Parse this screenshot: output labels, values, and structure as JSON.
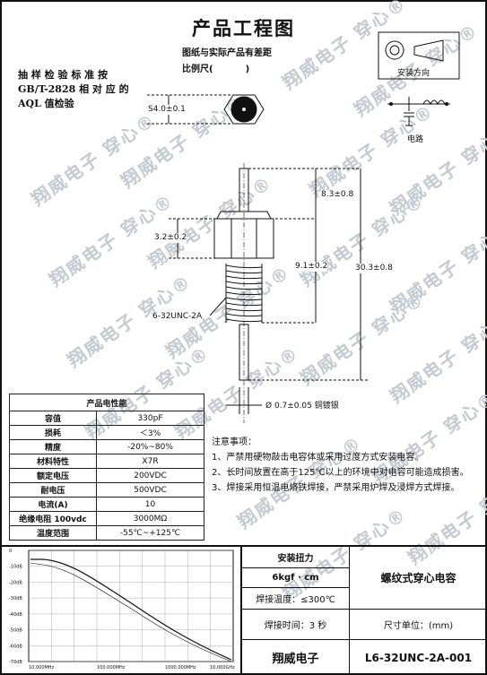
{
  "title": "产品工程图",
  "drawing_note": "图纸与实际产品有差距",
  "scale_label": "比例尺(",
  "scale_close": ")",
  "inspection_standard": [
    "抽 样 检 验 标 准 按",
    "GB/T-2828  相 对 应 的",
    "AQL  值检验"
  ],
  "watermark": "翔威电子 穿心®",
  "icons": {
    "mount_label": "安装方向",
    "circuit_label": "电路",
    "colors": {
      "line": "#111111",
      "watermark": "#c5c9d2"
    }
  },
  "dimensions": {
    "hex": "S4.0±0.1",
    "top_lead": "8.3±0.8",
    "hex_height": "3.2±0.2",
    "thread_len": "9.1±0.2",
    "overall": "30.3±0.8",
    "thread_spec": "6-32UNC-2A",
    "lead_dia": "Ø 0.7±0.05 铜镀银"
  },
  "properties": {
    "header": "产品电性能",
    "rows": [
      {
        "k": "容值",
        "v": "330pF"
      },
      {
        "k": "损耗",
        "v": "＜3%"
      },
      {
        "k": "精度",
        "v": "-20%~80%"
      },
      {
        "k": "材料特性",
        "v": "X7R"
      },
      {
        "k": "额定电压",
        "v": "200VDC"
      },
      {
        "k": "耐电压",
        "v": "500VDC"
      },
      {
        "k": "电流(A)",
        "v": "10"
      },
      {
        "k": "绝缘电阻 100vdc",
        "v": "3000MΩ"
      },
      {
        "k": "温度范围",
        "v": "-55℃~+125℃"
      }
    ]
  },
  "notes": {
    "heading": "注意事项：",
    "items": [
      "1、严禁用硬物敲击电容体或采用过度方式安装电容。",
      "2、长时间放置在高于125℃以上的环境中对电容可能造成损害。",
      "3、焊接采用恒温电烙铁焊接，严禁采用炉焊及浸焊方式焊接。"
    ]
  },
  "graph": {
    "y_labels": [
      "0",
      "-10dB",
      "-20dB",
      "-30dB",
      "-40dB",
      "-50dB",
      "-60dB",
      "-70dB"
    ],
    "x_labels": [
      "10.000MHz",
      "100.000MHz",
      "1000.000MHz",
      "10.000GHz"
    ]
  },
  "title_block": {
    "torque_label": "安装扭力",
    "torque_value": "6kgf · cm",
    "solder_temp": "焊接温度：≤300℃",
    "solder_time": "焊接时间：3 秒",
    "product_name": "螺纹式穿心电容",
    "unit": "尺寸单位：(mm)",
    "company": "翔威电子",
    "part_number": "L6-32UNC-2A-001"
  }
}
